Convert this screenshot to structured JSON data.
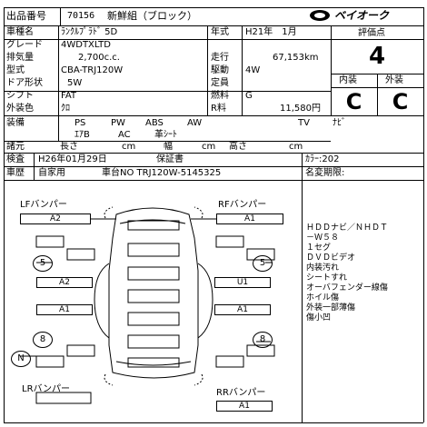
{
  "header": {
    "lot_label": "出品番号",
    "lot_number": "70156",
    "tagline": "新鮮組（ブロック）",
    "logo_text": "ベイオーク"
  },
  "specs": {
    "model_label": "車種名",
    "model_value": "ﾗﾝｸﾙﾌﾟﾗﾄﾞ 5D",
    "grade_label": "グレード",
    "grade_value": "4WDTXLTD",
    "displacement_label": "排気量",
    "displacement_value": "2,700c.c.",
    "type_label": "型式",
    "type_value": "CBA-TRJ120W",
    "door_label": "ドア形状",
    "door_value": "5W",
    "shift_label": "シフト",
    "shift_value": "FAT",
    "color_label": "外装色",
    "color_value": "ｸﾛ",
    "year_label": "年式",
    "year_value": "H21年　1月",
    "mileage_label": "走行",
    "mileage_value": "67,153km",
    "drive_label": "駆動",
    "drive_value": "4W",
    "capacity_label": "定員",
    "capacity_value": "",
    "fuel_label": "燃料",
    "fuel_value": "G",
    "r_label": "R料",
    "r_value": "11,580円"
  },
  "grades": {
    "score_label": "評価点",
    "score_value": "4",
    "interior_label": "内装",
    "exterior_label": "外装",
    "interior_value": "C",
    "exterior_value": "C"
  },
  "equipment": {
    "label": "装備",
    "row1": [
      "PS",
      "PW",
      "ABS",
      "AW",
      "TV",
      "ﾅﾋﾞ"
    ],
    "row2": [
      "ｴｱB",
      "AC",
      "革ｼｰﾄ"
    ]
  },
  "dimensions": {
    "label": "諸元",
    "length_label": "長さ",
    "width_label": "幅",
    "height_label": "高さ",
    "unit": "cm"
  },
  "inspection": {
    "label": "検査",
    "date": "H26年01月29日",
    "warranty": "保証書",
    "color_code": "ｶﾗｰ:202",
    "reg_label": "車歴",
    "reg_value": "自家用",
    "chassis": "車台NO TRJ120W-5145325",
    "name_change": "名変期限:"
  },
  "diagram": {
    "lf_bumper": "LFバンパー",
    "rf_bumper": "RFバンパー",
    "lr_bumper": "LRバンパー",
    "rr_bumper": "RRバンパー",
    "lf_code": "A2",
    "rf_code": "A1",
    "rr_code": "A1",
    "left_front_door": "A2",
    "left_rear_door": "A1",
    "right_front_door": "U1",
    "right_rear_door": "A1",
    "tire_lf": "5",
    "tire_rf": "5",
    "tire_lr": "8",
    "tire_rr": "8",
    "spare": "N"
  },
  "notes": [
    "ＨＤＤナビ／ＮＨＤＴ",
    "－Ｗ５８",
    "１セグ",
    "ＤＶＤビデオ",
    "内装汚れ",
    "シートすれ",
    "オーバフェンダー線傷",
    "ホイル傷",
    "外装一部薄傷",
    "傷小凹"
  ]
}
